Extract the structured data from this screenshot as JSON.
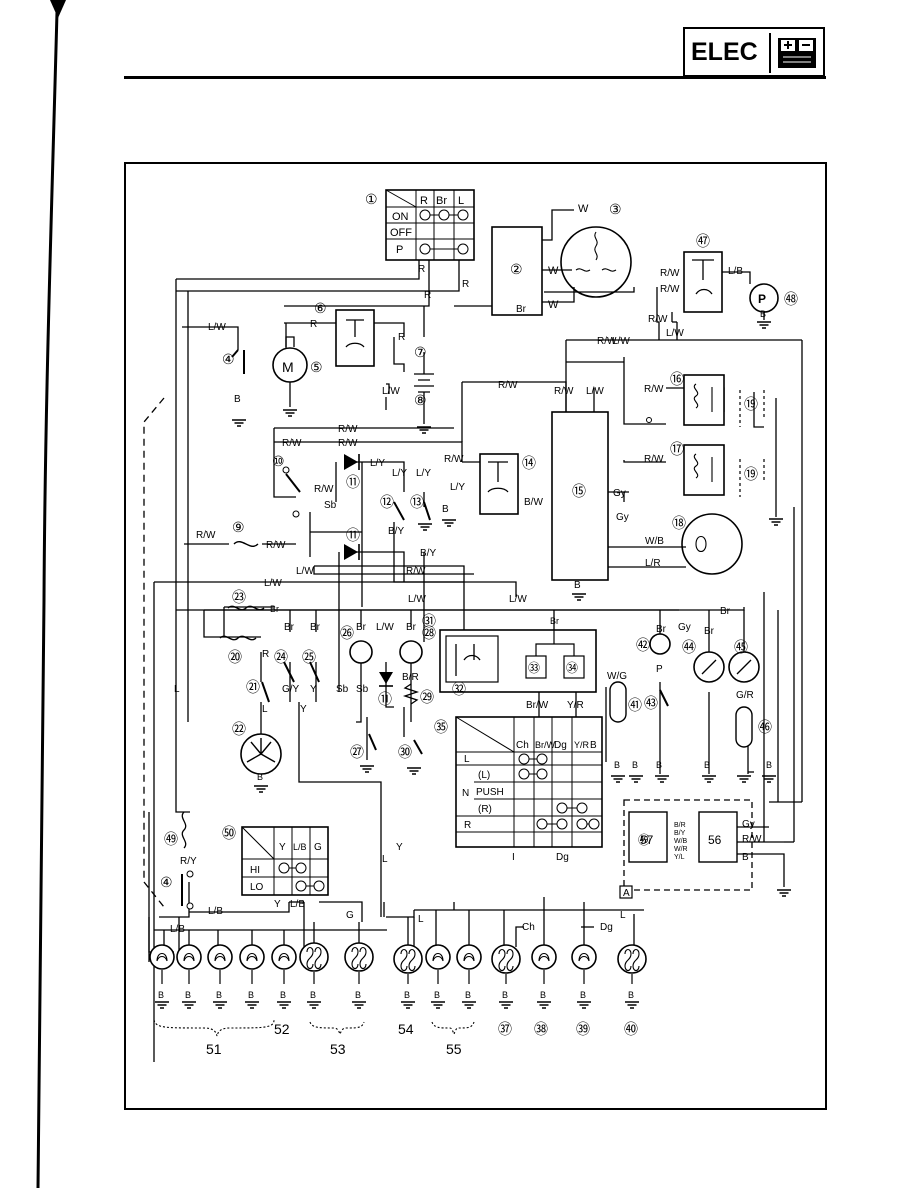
{
  "header": {
    "section_label": "ELEC",
    "icon": "battery-icon"
  },
  "diagram": {
    "main_switch_table": {
      "number": "①",
      "columns": [
        "R",
        "Br",
        "L"
      ],
      "rows": [
        "ON",
        "OFF",
        "P"
      ]
    },
    "dimmer_table": {
      "number": "㊿",
      "columns": [
        "Y",
        "L/B",
        "G"
      ],
      "rows": [
        "HI",
        "LO"
      ]
    },
    "turn_switch_table": {
      "number": "㉟",
      "columns": [
        "Ch",
        "Br/W",
        "Dg",
        "Y/R",
        "B"
      ],
      "rows": [
        "L",
        "(L)",
        "PUSH",
        "(R)",
        "R"
      ],
      "row_prefix": "N"
    },
    "inset_label": "A",
    "inset_terminals": [
      "B/R",
      "B/Y",
      "W/B",
      "W/R",
      "Y/L"
    ],
    "component_numbers": [
      "①",
      "②",
      "③",
      "④",
      "⑤",
      "⑥",
      "⑦",
      "⑧",
      "⑨",
      "⑩",
      "⑪",
      "⑫",
      "⑬",
      "⑭",
      "⑮",
      "⑯",
      "⑰",
      "⑱",
      "⑲",
      "⑳",
      "㉑",
      "㉒",
      "㉓",
      "㉔",
      "㉕",
      "㉖",
      "㉗",
      "㉘",
      "㉙",
      "㉚",
      "㉛",
      "㉜",
      "㉝",
      "㉞",
      "㉟",
      "㊲",
      "㊳",
      "㊴",
      "㊵",
      "㊶",
      "㊷",
      "㊸",
      "㊹",
      "㊺",
      "㊻",
      "㊼",
      "㊽",
      "㊾",
      "㊿",
      "51",
      "52",
      "53",
      "54",
      "55",
      "56",
      "57"
    ],
    "wire_labels": [
      "W",
      "R",
      "Br",
      "L",
      "L/W",
      "R/W",
      "L/Y",
      "B/Y",
      "B/W",
      "Sb",
      "Gy",
      "W/B",
      "L/R",
      "L/B",
      "B",
      "P",
      "G",
      "Y",
      "Ch",
      "Dg",
      "G/R",
      "B/R",
      "W/G",
      "Br/W",
      "Y/R",
      "R/Y",
      "G/Y"
    ]
  }
}
